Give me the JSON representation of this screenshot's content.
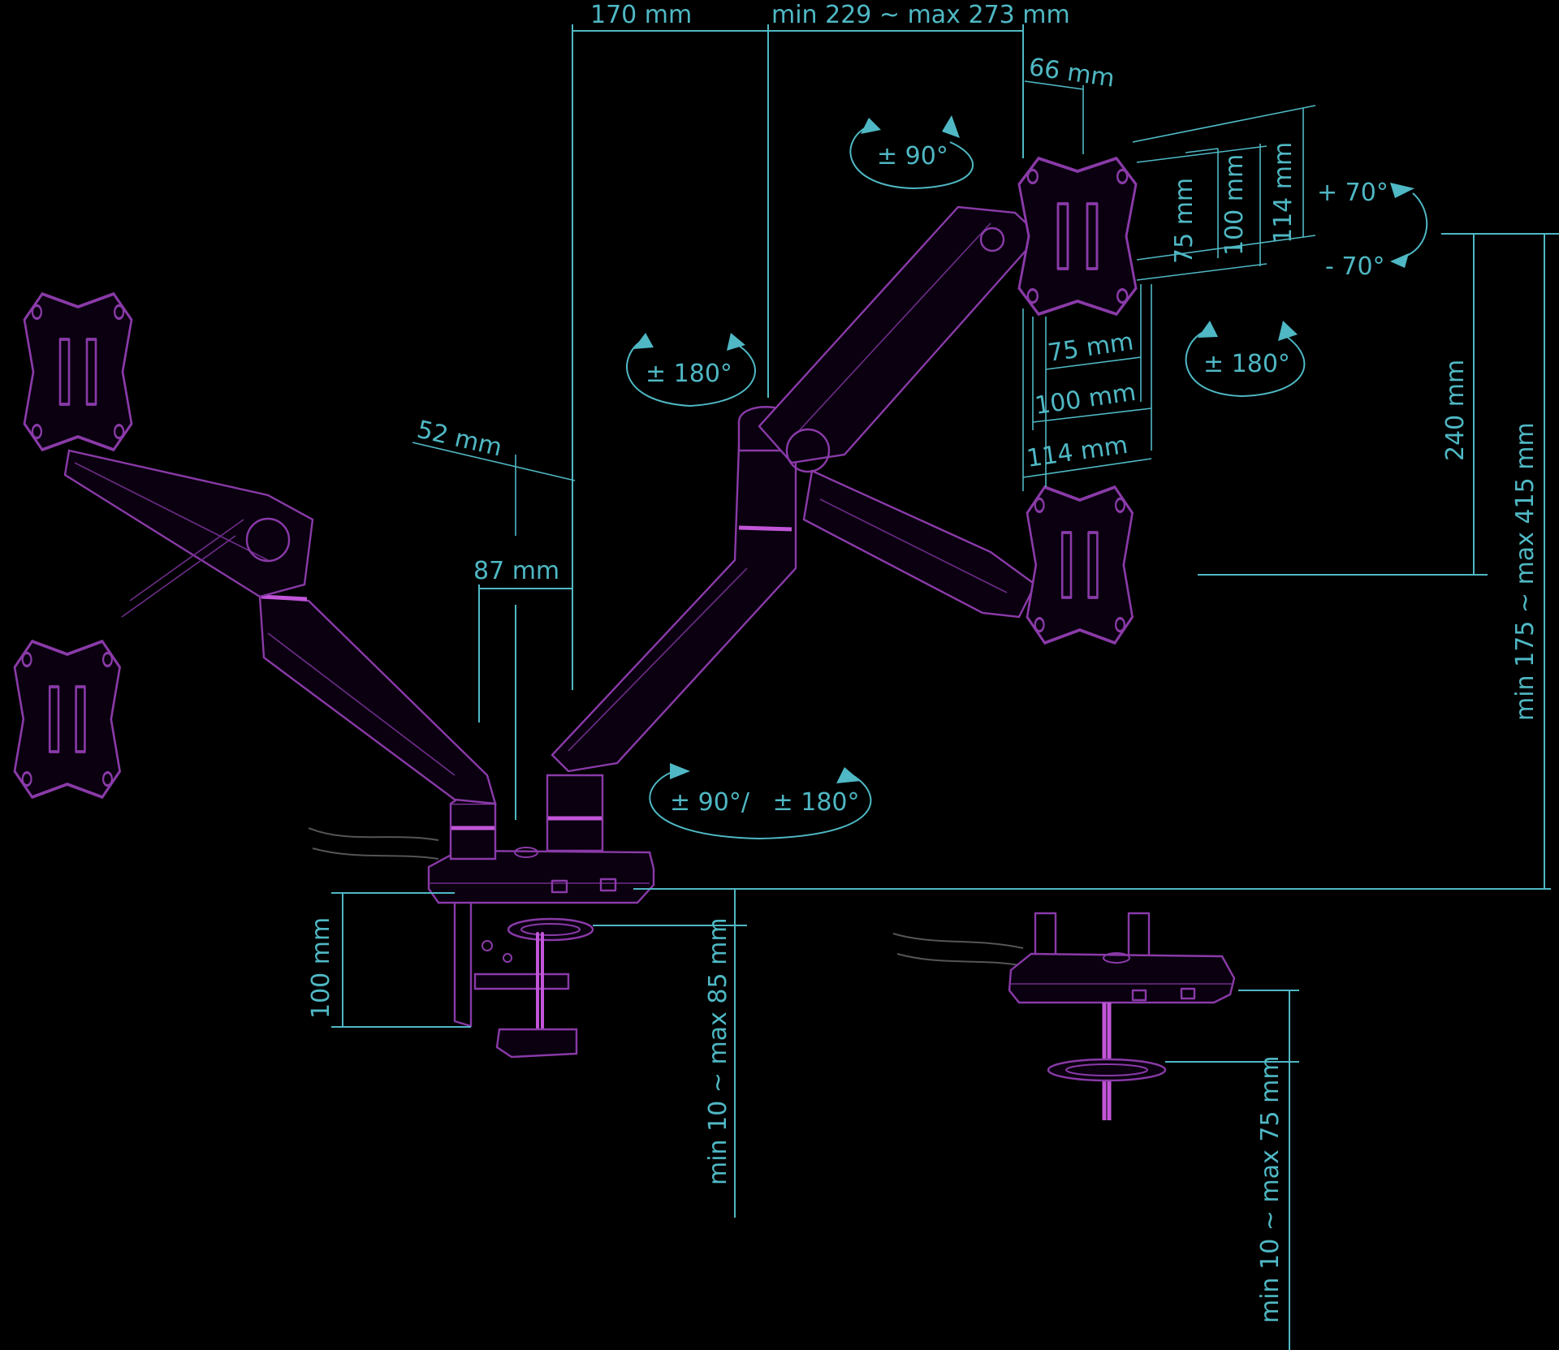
{
  "colors": {
    "background": "#000000",
    "dimension_lines": "#4fb8c4",
    "product_outline": "#8a3aa8",
    "accent": "#c255d8"
  },
  "dimensions": {
    "d_170": "170 mm",
    "d_reach": "min 229 ~ max 273 mm",
    "d_66": "66 mm",
    "d_52": "52 mm",
    "d_87": "87 mm",
    "d_240": "240 mm",
    "d_height": "min 175 ~ max 415 mm",
    "d_100_clamp": "100 mm",
    "d_clamp_range": "min 10 ~ max 85 mm",
    "d_grommet_range": "min 10 ~ max 75 mm"
  },
  "vesa": {
    "v75": "75 mm",
    "v100": "100 mm",
    "v114": "114 mm",
    "h75": "75 mm",
    "h100": "100 mm",
    "h114": "114 mm"
  },
  "rotations": {
    "rot_top": "± 90°",
    "rot_arm": "± 180°",
    "tilt_up": "+ 70°",
    "tilt_down": "- 70°",
    "swivel": "± 180°",
    "base": "± 90°/   ± 180°"
  }
}
